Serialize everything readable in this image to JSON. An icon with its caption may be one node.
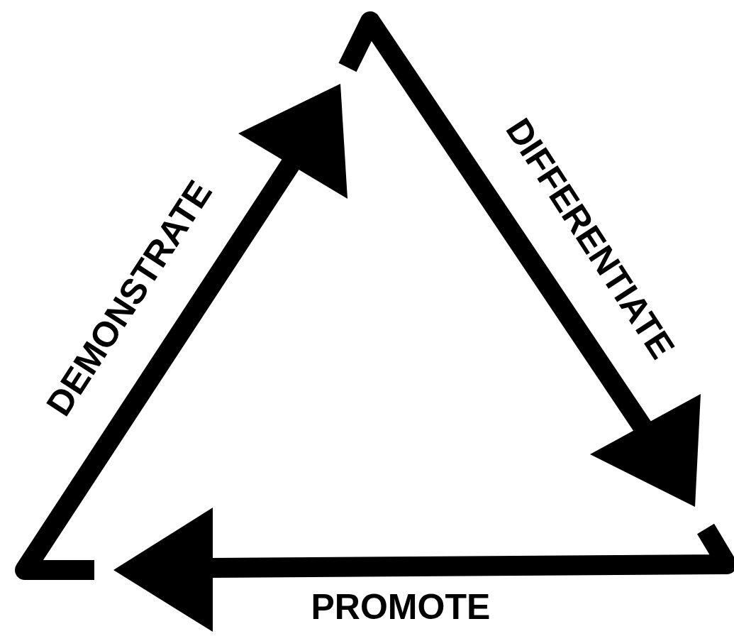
{
  "diagram": {
    "labels": [
      "DEMONSTRATE",
      "DIFFERENTIATE",
      "PROMOTE"
    ]
  }
}
